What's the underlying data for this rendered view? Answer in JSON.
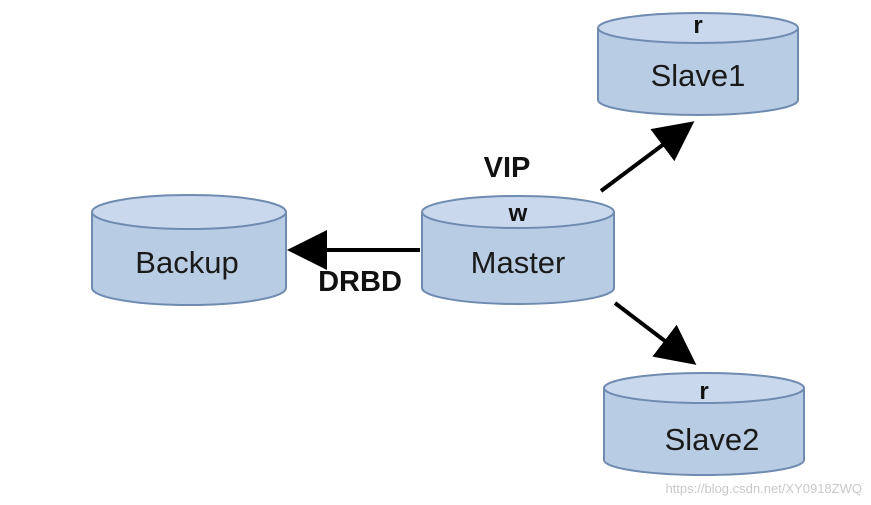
{
  "nodes": {
    "slave1": {
      "label": "Slave1",
      "role": "r"
    },
    "slave2": {
      "label": "Slave2",
      "role": "r"
    },
    "master": {
      "label": "Master",
      "role": "w"
    },
    "backup": {
      "label": "Backup"
    }
  },
  "edges": {
    "drbd_label": "DRBD",
    "vip_label": "VIP"
  },
  "watermark": "https://blog.csdn.net/XY0918ZWQ",
  "colors": {
    "cylinder_fill": "#b8cce4",
    "cylinder_top": "#c9d8ec",
    "cylinder_stroke": "#6f8bb0",
    "arrow": "#000000"
  }
}
